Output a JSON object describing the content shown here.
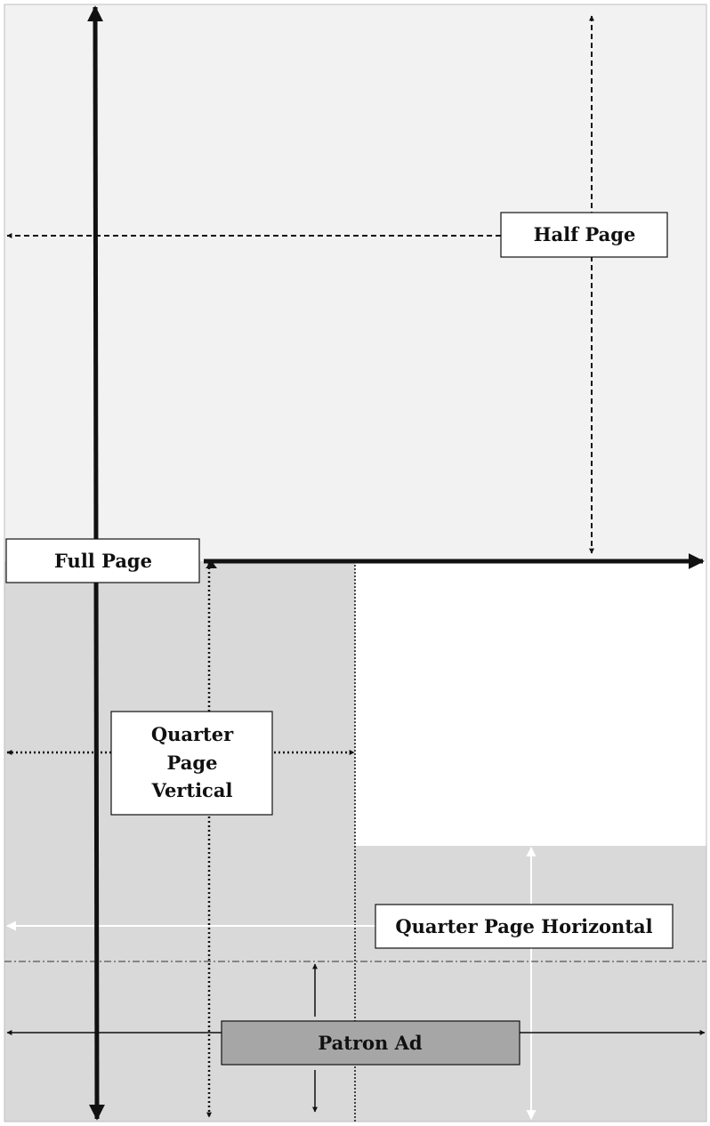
{
  "labels": {
    "half_page": "Half Page",
    "full_page": "Full Page",
    "quarter_vertical_line1": "Quarter",
    "quarter_vertical_line2": "Page",
    "quarter_vertical_line3": "Vertical",
    "quarter_horizontal": "Quarter Page Horizontal",
    "patron_ad": "Patron Ad"
  },
  "colors": {
    "half_page_fill": "#f2f2f2",
    "quarter_fill": "#d9d9d9",
    "patron_fill": "#a6a6a6",
    "line": "#111111",
    "white_line": "#ffffff"
  }
}
